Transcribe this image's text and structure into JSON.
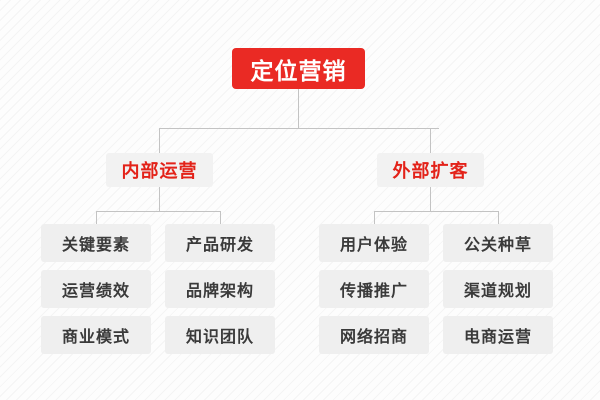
{
  "diagram": {
    "title": "定位营销",
    "background_color": "#fdfdfd",
    "accent_color": "#ea2a24",
    "branch_text_color": "#e32219",
    "leaf_text_color": "#3a3a3a",
    "box_fill": "#efefef",
    "connector_color": "#c3c3c3",
    "root": {
      "label": "定位营销"
    },
    "branches": [
      {
        "label": "内部运营",
        "columns": [
          {
            "items": [
              "关键要素",
              "运营绩效",
              "商业模式"
            ]
          },
          {
            "items": [
              "产品研发",
              "品牌架构",
              "知识团队"
            ]
          }
        ]
      },
      {
        "label": "外部扩客",
        "columns": [
          {
            "items": [
              "用户体验",
              "传播推广",
              "网络招商"
            ]
          },
          {
            "items": [
              "公关种草",
              "渠道规划",
              "电商运营"
            ]
          }
        ]
      }
    ]
  }
}
